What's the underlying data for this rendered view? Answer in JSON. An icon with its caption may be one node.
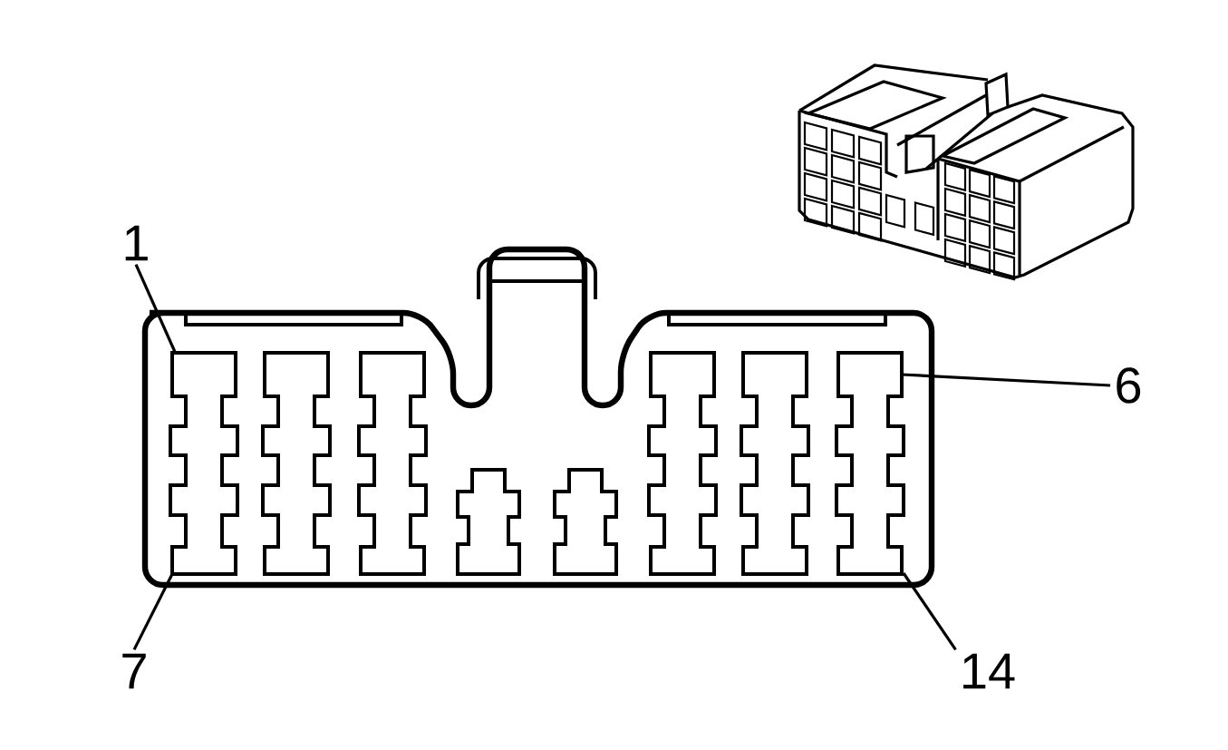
{
  "diagram": {
    "nodes": [
      {
        "text": [
          "1"
        ]
      },
      {
        "text": [
          "6"
        ]
      },
      {
        "text": [
          "7"
        ]
      },
      {
        "text": [
          "14"
        ]
      }
    ],
    "edges": [
      {
        "from": 0,
        "to": null,
        "arrow": "none"
      },
      {
        "from": 1,
        "to": null,
        "arrow": "none"
      },
      {
        "from": 2,
        "to": null,
        "arrow": "none"
      },
      {
        "from": 3,
        "to": null,
        "arrow": "none"
      }
    ]
  }
}
